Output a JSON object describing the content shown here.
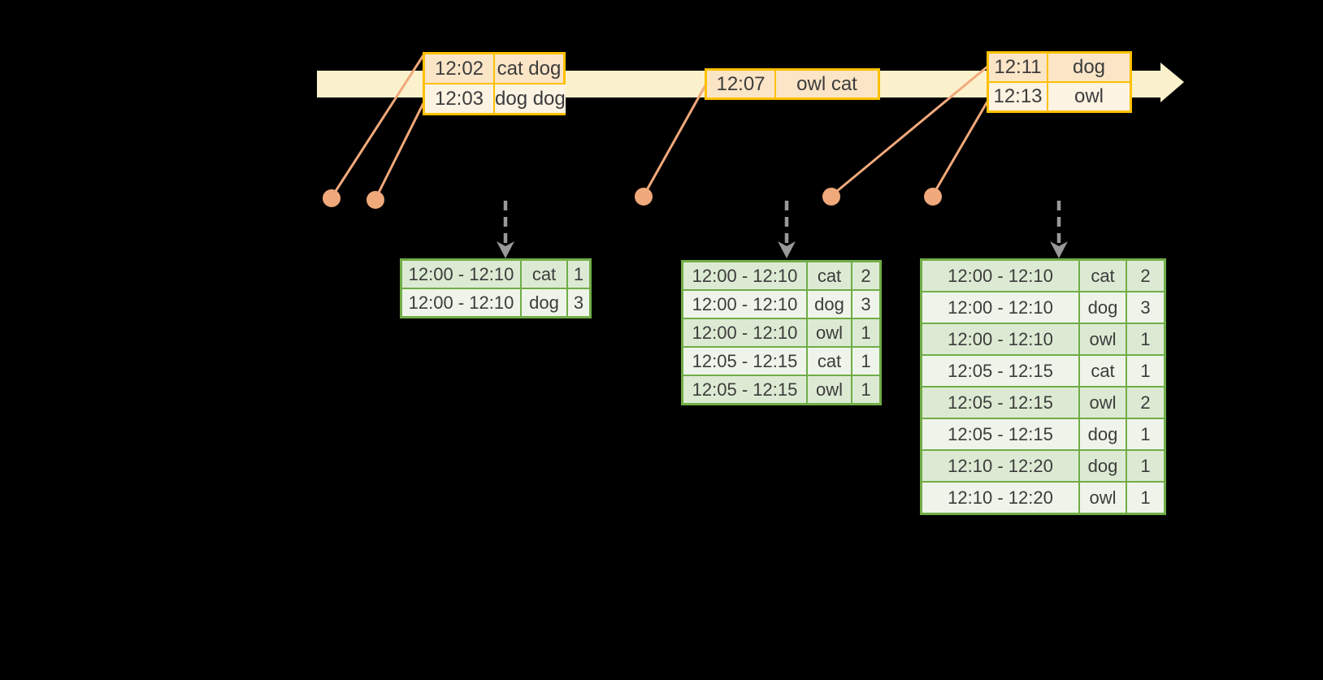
{
  "colors": {
    "background": "#000000",
    "band": "#FBF1CD",
    "gold-border": "#FFC000",
    "event-row-dark": "#FBE5C7",
    "event-row-light": "#FDF3E3",
    "salmon": "#F0A97B",
    "gray-arrow": "#999999",
    "green-border": "#70AD47",
    "result-row-dark": "#DDEAD3",
    "result-row-light": "#EFF4EA",
    "text": "#3C3C3C"
  },
  "event_tables": [
    {
      "name": "events-batch-1",
      "rows": [
        [
          "12:02",
          "cat dog"
        ],
        [
          "12:03",
          "dog dog"
        ]
      ]
    },
    {
      "name": "events-batch-2",
      "rows": [
        [
          "12:07",
          "owl cat"
        ]
      ]
    },
    {
      "name": "events-batch-3",
      "rows": [
        [
          "12:11",
          "dog"
        ],
        [
          "12:13",
          "owl"
        ]
      ]
    }
  ],
  "result_tables": [
    {
      "name": "result-table-1",
      "rows": [
        [
          "12:00 - 12:10",
          "cat",
          "1"
        ],
        [
          "12:00 - 12:10",
          "dog",
          "3"
        ]
      ]
    },
    {
      "name": "result-table-2",
      "rows": [
        [
          "12:00 - 12:10",
          "cat",
          "2"
        ],
        [
          "12:00 - 12:10",
          "dog",
          "3"
        ],
        [
          "12:00 - 12:10",
          "owl",
          "1"
        ],
        [
          "12:05 - 12:15",
          "cat",
          "1"
        ],
        [
          "12:05 - 12:15",
          "owl",
          "1"
        ]
      ]
    },
    {
      "name": "result-table-3",
      "rows": [
        [
          "12:00 - 12:10",
          "cat",
          "2"
        ],
        [
          "12:00 - 12:10",
          "dog",
          "3"
        ],
        [
          "12:00 - 12:10",
          "owl",
          "1"
        ],
        [
          "12:05 - 12:15",
          "cat",
          "1"
        ],
        [
          "12:05 - 12:15",
          "owl",
          "2"
        ],
        [
          "12:05 - 12:15",
          "dog",
          "1"
        ],
        [
          "12:10 - 12:20",
          "dog",
          "1"
        ],
        [
          "12:10 - 12:20",
          "owl",
          "1"
        ]
      ]
    }
  ]
}
